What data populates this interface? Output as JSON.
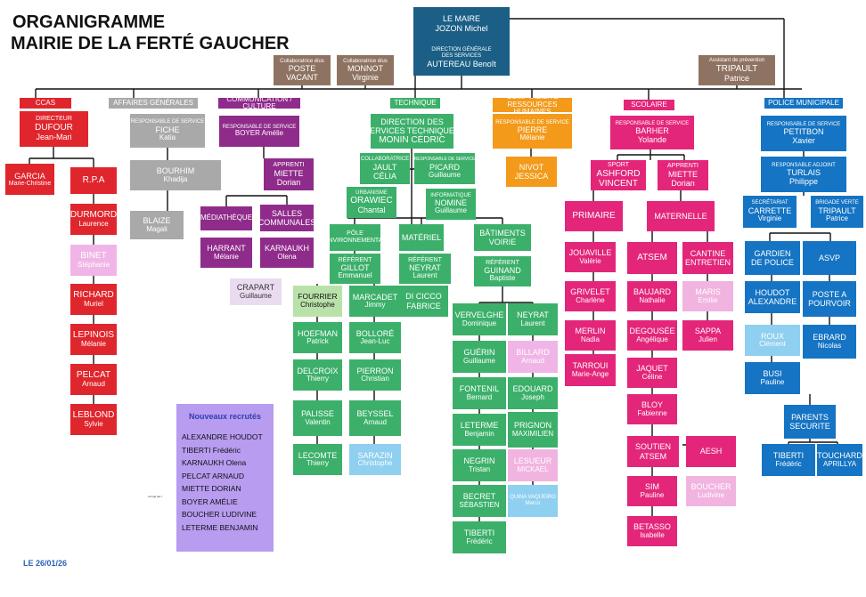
{
  "title": {
    "line1": "ORGANIGRAMME",
    "line2": "MAIRIE DE LA FERTÉ GAUCHER"
  },
  "date": "LE 26/01/26",
  "tiny_note": "corrigé par l",
  "colors": {
    "navy": "#1b5f86",
    "brown": "#8f7362",
    "red": "#e0262d",
    "pink_light": "#f0b5e6",
    "grey": "#a9a9a9",
    "purple": "#8f2b8a",
    "purple_light": "#eadcf0",
    "green": "#3cb06a",
    "green_light": "#b9e2a9",
    "orange": "#f39a1a",
    "magenta": "#e3267a",
    "magenta_light": "#f1b4e0",
    "blue": "#1574c3",
    "blue_light": "#8fcff0",
    "recruits_bg": "#b79cf0"
  },
  "headers": {
    "ccas": "CCAS",
    "affaires": "AFFAIRES GÉNÉRALES",
    "communication": "COMMUNICATION / CULTURE",
    "technique": "TECHNIQUE",
    "comptabilite": "COMPTABILITÉ RESSOURCES HUMAINES",
    "scolaire": "SCOLAIRE",
    "police": "POLICE MUNICIPALE"
  },
  "boxes": {
    "maire": [
      "LE MAIRE",
      "JOZON Michel"
    ],
    "dgs": [
      "DIRECTION GÉNÉRALE",
      "DES SERVICES",
      "AUTEREAU Benoît"
    ],
    "collab1": [
      "Collaboratrice élus",
      "POSTE",
      "VACANT"
    ],
    "collab2": [
      "Collaboratrice élus",
      "MONNOT",
      "Virginie"
    ],
    "prevention": [
      "Assistant de prévention",
      "TRIPAULT",
      "Patrice"
    ],
    "ccas_dir": [
      "DIRECTEUR",
      "DUFOUR",
      "Jean-Mari"
    ],
    "garcia": [
      "GARCIA",
      "Marie-Christine"
    ],
    "rpa": [
      "R.P.A"
    ],
    "durmord": [
      "DURMORD",
      "Laurence"
    ],
    "binet": [
      "BINET",
      "Stéphanie"
    ],
    "richard": [
      "RICHARD",
      "Muriel"
    ],
    "lepinois": [
      "LEPINOIS",
      "Mélanie"
    ],
    "pelcat": [
      "PELCAT",
      "Arnaud"
    ],
    "leblond": [
      "LEBLOND",
      "Sylvie"
    ],
    "fiche": [
      "RESPONSABLE DE SERVICE",
      "FICHE",
      "Katia"
    ],
    "bourhim": [
      "BOURHIM",
      "Khadija"
    ],
    "blaize": [
      "BLAIZE",
      "Magali"
    ],
    "boyer": [
      "RESPONSABLE DE SERVICE",
      "BOYER Amélie"
    ],
    "miette_d": [
      "APPRENTI",
      "MIETTE",
      "Dorian"
    ],
    "mediatheque": [
      "MÉDIATHÈQUE"
    ],
    "salles": [
      "SALLES",
      "COMMUNALES"
    ],
    "harrant": [
      "HARRANT",
      "Mélanie"
    ],
    "karnaukh": [
      "KARNAUKH",
      "Olena"
    ],
    "crapart": [
      "CRAPART",
      "Guillaume"
    ],
    "monin": [
      "DIRECTION DES",
      "SERVICES TECHNIQUES",
      "MONIN CÉDRIC"
    ],
    "jault": [
      "COLLABORATRICE",
      "JAULT",
      "CÉLIA"
    ],
    "picard": [
      "RESPONSABLE DE SERVICE",
      "PICARD",
      "Guillaume"
    ],
    "orawiec": [
      "URBANISME",
      "ORAWIEC",
      "Chantal"
    ],
    "nomine": [
      "INFORMATIQUE",
      "NOMINE",
      "Guillaume"
    ],
    "pole_env": [
      "PÔLE",
      "ENVIRONNEMENTAL"
    ],
    "materiel": [
      "MATÉRIEL"
    ],
    "batiments": [
      "BÂTIMENTS",
      "VOIRIE"
    ],
    "gillot": [
      "RÉFÉRENT",
      "GILLOT",
      "Emmanuel"
    ],
    "neyrat_l": [
      "RÉFÉRENT",
      "NEYRAT",
      "Laurent"
    ],
    "guinand": [
      "RÉFÉRENT",
      "GUINAND",
      "Baptiste"
    ],
    "fourrier": [
      "FOURRIER",
      "Christophe"
    ],
    "marcadet": [
      "MARCADET",
      "Jimmy"
    ],
    "dicicco": [
      "DI CICCO",
      "FABRICE"
    ],
    "hoefman": [
      "HOEFMAN",
      "Patrick"
    ],
    "bollore": [
      "BOLLORÉ",
      "Jean-Luc"
    ],
    "delcroix": [
      "DELCROIX",
      "Thierry"
    ],
    "pierron": [
      "PIERRON",
      "Christian"
    ],
    "palisse": [
      "PALISSE",
      "Valentin"
    ],
    "beyssel": [
      "BEYSSEL",
      "Arnaud"
    ],
    "lecomte": [
      "LECOMTE",
      "Thierry"
    ],
    "sarazin": [
      "SARAZIN",
      "Christophe"
    ],
    "vervelghe": [
      "VERVELGHE",
      "Dominique"
    ],
    "neyrat_b": [
      "NEYRAT",
      "Laurent"
    ],
    "guerin": [
      "GUÉRIN",
      "Guillaume"
    ],
    "billard": [
      "BILLARD",
      "Arnaud"
    ],
    "fontenil": [
      "FONTENIL",
      "Bernard"
    ],
    "edouard": [
      "EDOUARD",
      "Joseph"
    ],
    "leterme": [
      "LETERME",
      "Benjamin"
    ],
    "prignon": [
      "PRIGNON",
      "MAXIMILIEN"
    ],
    "negrin": [
      "NEGRIN",
      "Tristan"
    ],
    "lesueur": [
      "LESUEUR",
      "MICKAEL"
    ],
    "becret": [
      "BECRET",
      "SÉBASTIEN"
    ],
    "quina": [
      "QUINA VAQUEIRO",
      "Marco"
    ],
    "tiberti_f": [
      "TIBERTI",
      "Frédéric"
    ],
    "pierre": [
      "RESPONSABLE DE SERVICE",
      "PIERRE",
      "Mélanie"
    ],
    "nivot": [
      "NIVOT",
      "JESSICA"
    ],
    "barher": [
      "RESPONSABLE DE SERVICE",
      "BARHER",
      "Yolande"
    ],
    "ashford": [
      "SPORT",
      "ASHFORD",
      "VINCENT"
    ],
    "miette_s": [
      "APPRENTI",
      "MIETTE",
      "Dorian"
    ],
    "primaire": [
      "PRIMAIRE"
    ],
    "maternelle": [
      "MATERNELLE"
    ],
    "jouaville": [
      "JOUAVILLE",
      "Valérie"
    ],
    "grivelet": [
      "GRIVELET",
      "Charlène"
    ],
    "merlin": [
      "MERLIN",
      "Nadia"
    ],
    "tarroui": [
      "TARROUI",
      "Marie-Ange"
    ],
    "atsem": [
      "ATSEM"
    ],
    "cantine": [
      "CANTINE",
      "ENTRETIEN"
    ],
    "baujard": [
      "BAUJARD",
      "Nathalie"
    ],
    "maris": [
      "MARIS",
      "Emilie"
    ],
    "degousee": [
      "DEGOUSÉE",
      "Angélique"
    ],
    "sappa": [
      "SAPPA",
      "Julien"
    ],
    "jaquet": [
      "JAQUET",
      "Céline"
    ],
    "bloy": [
      "BLOY",
      "Fabienne"
    ],
    "soutien": [
      "SOUTIEN",
      "ATSEM"
    ],
    "aesh": [
      "AESH"
    ],
    "sim": [
      "SIM",
      "Pauline"
    ],
    "boucher": [
      "BOUCHER",
      "Ludivine"
    ],
    "betasso": [
      "BETASSO",
      "Isabelle"
    ],
    "petitbon": [
      "RESPONSABLE DE SERVICE",
      "PETITBON",
      "Xavier"
    ],
    "turlais": [
      "RESPONSABLE ADJOINT",
      "TURLAIS",
      "Philippe"
    ],
    "carrette": [
      "SECRÉTARIAT",
      "CARRETTE",
      "Virginie"
    ],
    "tripault_bv": [
      "BRIGADE VERTE",
      "TRIPAULT",
      "Patrice"
    ],
    "gardien": [
      "GARDIEN",
      "DE POLICE"
    ],
    "asvp": [
      "ASVP"
    ],
    "houdot": [
      "HOUDOT",
      "ALEXANDRE"
    ],
    "poste_pourvoir": [
      "POSTE A",
      "POURVOIR"
    ],
    "roux": [
      "ROUX",
      "Clément"
    ],
    "ebrard": [
      "EBRARD",
      "Nicolas"
    ],
    "busi": [
      "BUSI",
      "Pauline"
    ],
    "parents": [
      "PARENTS",
      "SECURITE"
    ],
    "tiberti_p": [
      "TIBERTI",
      "Frédéric"
    ],
    "touchard": [
      "TOUCHARD",
      "APRILLYA"
    ]
  },
  "recruits": {
    "heading": "Nouveaux recrutés",
    "names": [
      "ALEXANDRE HOUDOT",
      "TIBERTI Frédéric",
      "KARNAUKH Olena",
      "PELCAT ARNAUD",
      "MIETTE DORIAN",
      "BOYER AMÉLIE",
      "BOUCHER LUDIVINE",
      "LETERME BENJAMIN"
    ]
  }
}
